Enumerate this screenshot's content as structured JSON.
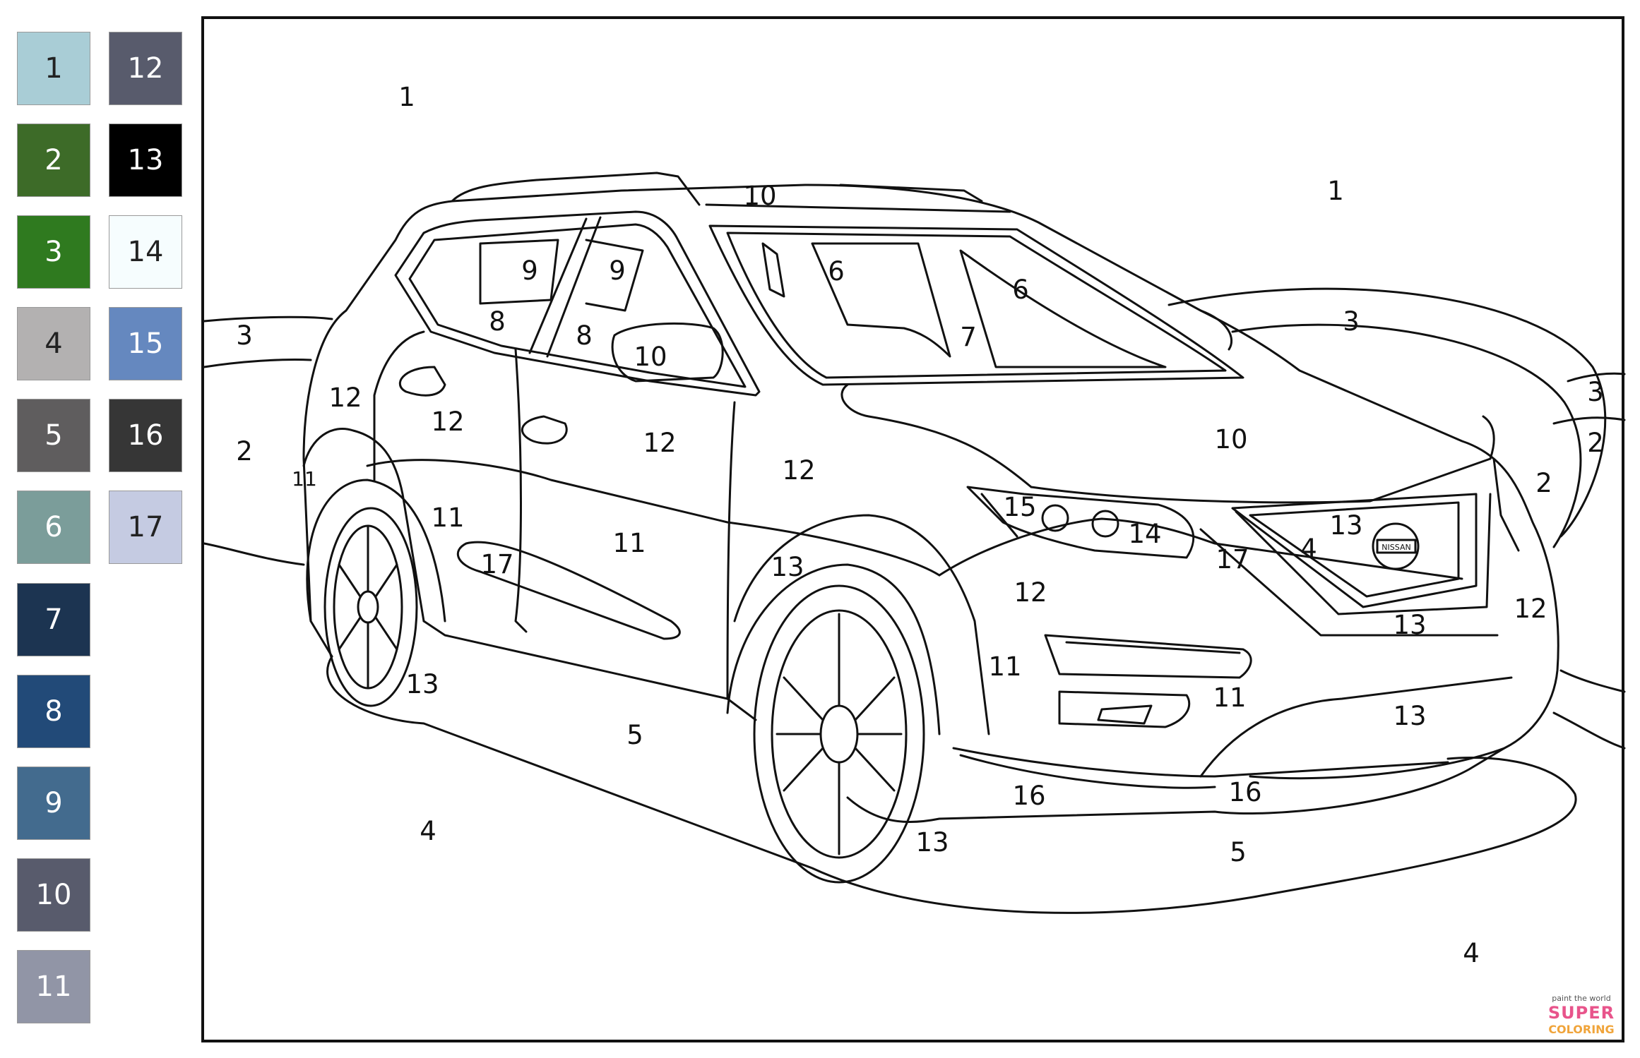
{
  "palette": [
    {
      "n": "1",
      "color": "#a9cdd6"
    },
    {
      "n": "2",
      "color": "#3d6b28"
    },
    {
      "n": "3",
      "color": "#2f7a1f"
    },
    {
      "n": "4",
      "color": "#b3b1b1"
    },
    {
      "n": "5",
      "color": "#5f5d5e"
    },
    {
      "n": "6",
      "color": "#7b9d9a"
    },
    {
      "n": "7",
      "color": "#1c3451"
    },
    {
      "n": "8",
      "color": "#224a78"
    },
    {
      "n": "9",
      "color": "#436b8e"
    },
    {
      "n": "10",
      "color": "#585b6c"
    },
    {
      "n": "11",
      "color": "#9195a6"
    },
    {
      "n": "12",
      "color": "#585b6c"
    },
    {
      "n": "13",
      "color": "#000000"
    },
    {
      "n": "14",
      "color": "#f6fdfe"
    },
    {
      "n": "15",
      "color": "#6588bf"
    },
    {
      "n": "16",
      "color": "#363636"
    },
    {
      "n": "17",
      "color": "#c5cbe2"
    }
  ],
  "labels": [
    "1",
    "1",
    "10",
    "3",
    "3",
    "3",
    "2",
    "2",
    "2",
    "12",
    "12",
    "12",
    "12",
    "9",
    "9",
    "8",
    "8",
    "10",
    "6",
    "6",
    "7",
    "10",
    "11",
    "11",
    "11",
    "17",
    "15",
    "14",
    "17",
    "4",
    "13",
    "12",
    "13",
    "12",
    "13",
    "11",
    "11",
    "13",
    "13",
    "5",
    "4",
    "16",
    "16",
    "13",
    "5",
    "4"
  ],
  "emblem": "NISSAN",
  "watermark": {
    "tagline": "paint the world",
    "line1": "SUPER",
    "line2": "COLORING"
  }
}
